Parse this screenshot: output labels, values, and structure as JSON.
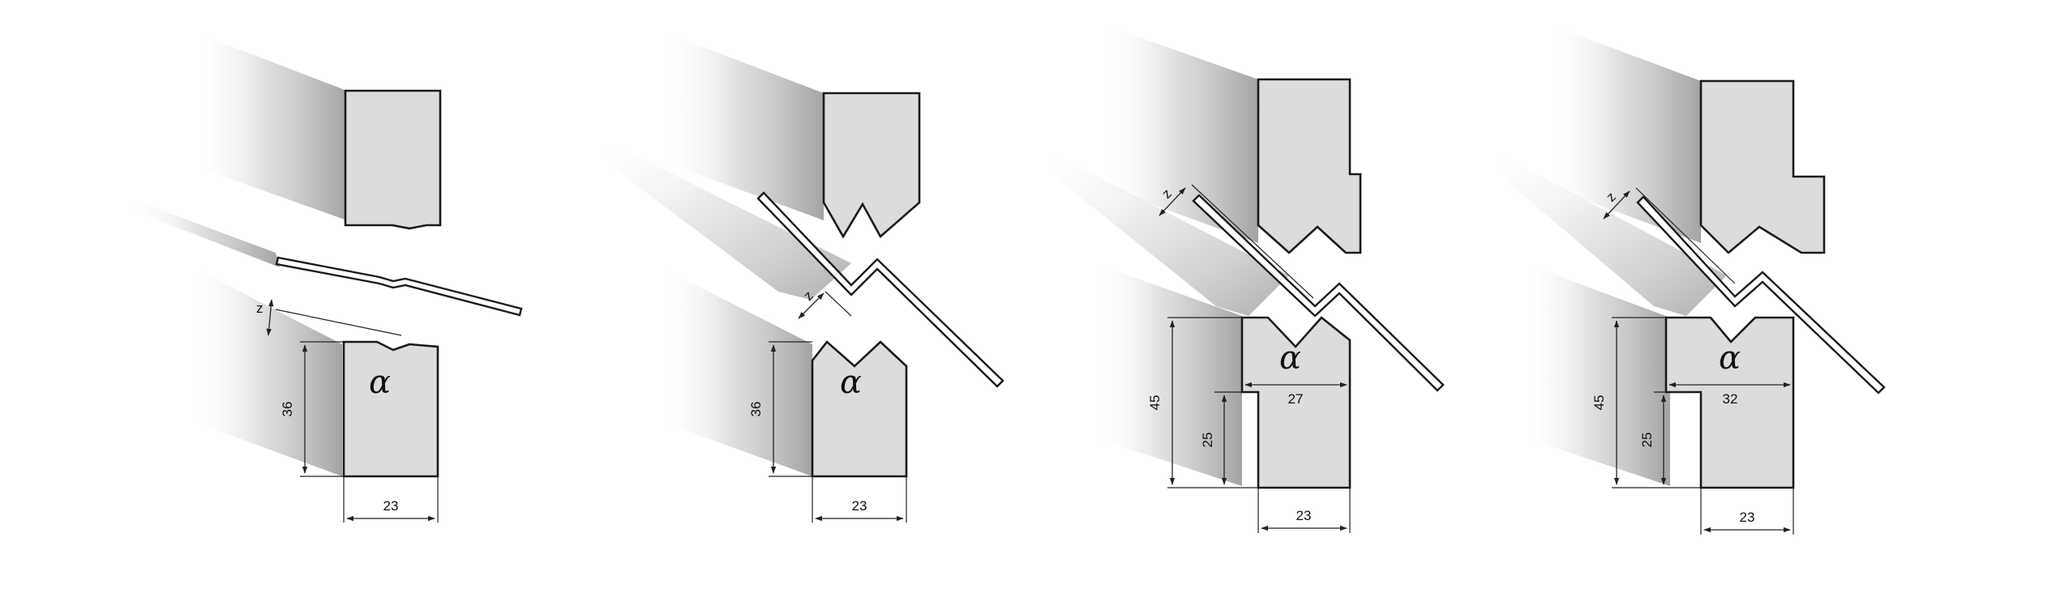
{
  "stages": [
    {
      "id": "stage-1",
      "labels": {
        "z": "z",
        "height": "36",
        "width": "23",
        "angle": "α"
      }
    },
    {
      "id": "stage-2",
      "labels": {
        "z": "z",
        "height": "36",
        "width": "23",
        "angle": "α"
      }
    },
    {
      "id": "stage-3",
      "labels": {
        "z": "z",
        "height": "45",
        "step": "25",
        "top_width": "27",
        "width": "23",
        "angle": "α"
      }
    },
    {
      "id": "stage-4",
      "labels": {
        "z": "z",
        "height": "45",
        "step": "25",
        "top_width": "32",
        "width": "23",
        "angle": "α"
      }
    }
  ],
  "colors": {
    "part_fill": "#dcdcdc",
    "outline": "#1a1a1a",
    "shadow": "#b5b5b5",
    "background": "#ffffff"
  }
}
